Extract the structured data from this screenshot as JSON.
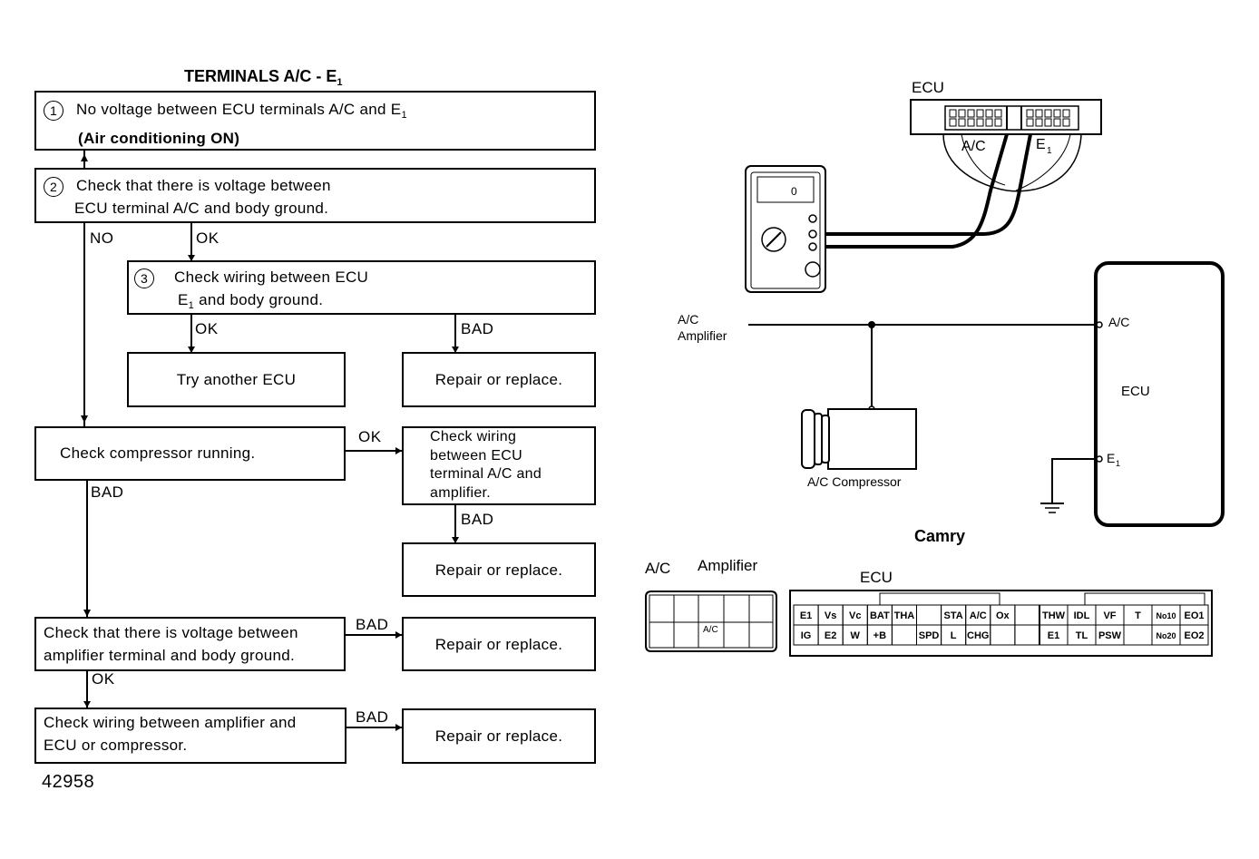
{
  "flow": {
    "title": "TERMINALS A/C - E",
    "title_sub": "1",
    "step1": {
      "num": "1",
      "line1": "No voltage between ECU terminals A/C and E",
      "line1_sub": "1",
      "line2": "(Air conditioning ON)"
    },
    "step2": {
      "num": "2",
      "line1": "Check that there is voltage between",
      "line2": "ECU terminal A/C and body ground."
    },
    "step3": {
      "num": "3",
      "line1": "Check wiring between ECU",
      "line2_sym": "E",
      "line2_sub": "1",
      "line2": " and body ground."
    },
    "try_ecu": "Try another ECU",
    "repair1": "Repair or replace.",
    "compressor_check": "Check compressor running.",
    "wiring_amp": {
      "line1": "Check wiring",
      "line2": "between ECU",
      "line3": "terminal A/C and",
      "line4": "amplifier."
    },
    "repair2": "Repair or replace.",
    "voltage_amp": {
      "line1": "Check that there is voltage between",
      "line2": "amplifier terminal and body ground."
    },
    "repair3": "Repair or replace.",
    "wiring_comp": {
      "line1": "Check wiring between amplifier and",
      "line2": "ECU or compressor."
    },
    "repair4": "Repair or replace.",
    "labels": {
      "no": "NO",
      "ok": "OK",
      "bad": "BAD"
    },
    "figure_number": "42958"
  },
  "diagram": {
    "ecu_top_label": "ECU",
    "probe_ac": "A/C",
    "probe_e1": "E",
    "probe_e1_sub": "1",
    "meter_display": "0",
    "ac_amplifier_line1": "A/C",
    "ac_amplifier_line2": "Amplifier",
    "ecu_ac_terminal": "A/C",
    "ecu_block_label": "ECU",
    "ecu_e1_terminal": "E",
    "ecu_e1_sub": "1",
    "compressor_label": "A/C Compressor",
    "model": "Camry",
    "connector_amp_label1": "A/C",
    "connector_amp_label2": "Amplifier",
    "connector_amp_pin": "A/C",
    "connector_ecu_label": "ECU",
    "ecu_pins_row1": [
      "E1",
      "Vs",
      "Vc",
      "BAT",
      "THA",
      "",
      "STA",
      "A/C",
      "Ox",
      "",
      "THW",
      "IDL",
      "VF",
      "T",
      "No10",
      "EO1"
    ],
    "ecu_pins_row2": [
      "IG",
      "E2",
      "W",
      "+B",
      "",
      "SPD",
      "L",
      "CHG",
      "",
      "",
      "E1",
      "TL",
      "PSW",
      "",
      "No20",
      "EO2"
    ]
  }
}
